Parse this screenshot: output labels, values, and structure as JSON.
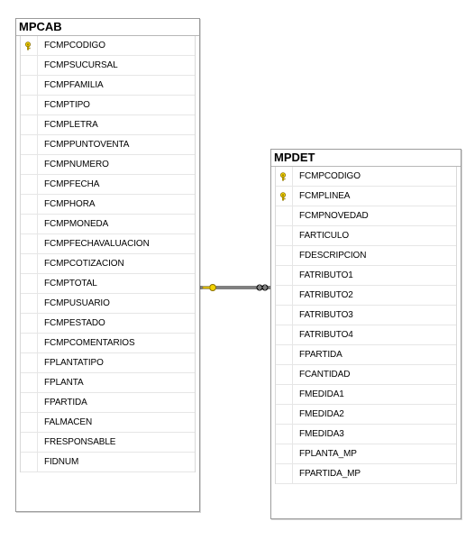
{
  "tables": [
    {
      "id": "mpcab",
      "title": "MPCAB",
      "columns": [
        {
          "name": "FCMPCODIGO",
          "key": true
        },
        {
          "name": "FCMPSUCURSAL",
          "key": false
        },
        {
          "name": "FCMPFAMILIA",
          "key": false
        },
        {
          "name": "FCMPTIPO",
          "key": false
        },
        {
          "name": "FCMPLETRA",
          "key": false
        },
        {
          "name": "FCMPPUNTOVENTA",
          "key": false
        },
        {
          "name": "FCMPNUMERO",
          "key": false
        },
        {
          "name": "FCMPFECHA",
          "key": false
        },
        {
          "name": "FCMPHORA",
          "key": false
        },
        {
          "name": "FCMPMONEDA",
          "key": false
        },
        {
          "name": "FCMPFECHAVALUACION",
          "key": false
        },
        {
          "name": "FCMPCOTIZACION",
          "key": false
        },
        {
          "name": "FCMPTOTAL",
          "key": false
        },
        {
          "name": "FCMPUSUARIO",
          "key": false
        },
        {
          "name": "FCMPESTADO",
          "key": false
        },
        {
          "name": "FCMPCOMENTARIOS",
          "key": false
        },
        {
          "name": "FPLANTATIPO",
          "key": false
        },
        {
          "name": "FPLANTA",
          "key": false
        },
        {
          "name": "FPARTIDA",
          "key": false
        },
        {
          "name": "FALMACEN",
          "key": false
        },
        {
          "name": "FRESPONSABLE",
          "key": false
        },
        {
          "name": "FIDNUM",
          "key": false
        }
      ]
    },
    {
      "id": "mpdet",
      "title": "MPDET",
      "columns": [
        {
          "name": "FCMPCODIGO",
          "key": true
        },
        {
          "name": "FCMPLINEA",
          "key": true
        },
        {
          "name": "FCMPNOVEDAD",
          "key": false
        },
        {
          "name": "FARTICULO",
          "key": false
        },
        {
          "name": "FDESCRIPCION",
          "key": false
        },
        {
          "name": "FATRIBUTO1",
          "key": false
        },
        {
          "name": "FATRIBUTO2",
          "key": false
        },
        {
          "name": "FATRIBUTO3",
          "key": false
        },
        {
          "name": "FATRIBUTO4",
          "key": false
        },
        {
          "name": "FPARTIDA",
          "key": false
        },
        {
          "name": "FCANTIDAD",
          "key": false
        },
        {
          "name": "FMEDIDA1",
          "key": false
        },
        {
          "name": "FMEDIDA2",
          "key": false
        },
        {
          "name": "FMEDIDA3",
          "key": false
        },
        {
          "name": "FPLANTA_MP",
          "key": false
        },
        {
          "name": "FPARTIDA_MP",
          "key": false
        }
      ]
    }
  ],
  "relationship": {
    "from": "MPCAB",
    "to": "MPDET",
    "from_end": "key-icon",
    "to_end": "infinity-icon"
  },
  "colors": {
    "key": "#d9b300",
    "border": "#9b9b9b",
    "connector": "#000000"
  }
}
